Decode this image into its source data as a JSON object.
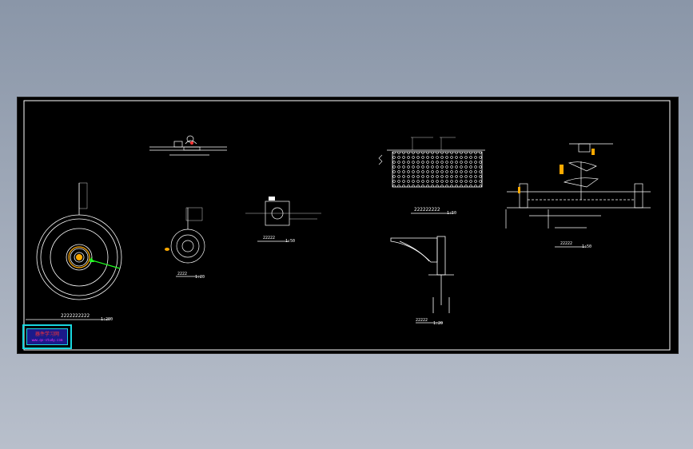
{
  "drawing": {
    "title_plan": "2222222222",
    "scale_plan": "1:200",
    "detail_a_title": "2222",
    "detail_a_scale": "1:20",
    "detail_b_title": "22222",
    "detail_b_scale": "1:50",
    "section_title": "222222222",
    "section_scale": "1:50",
    "bracket_title": "22222",
    "bracket_scale": "1:20",
    "fountain_title": "22222",
    "fountain_scale": "1:50",
    "stamp_line1": "器件学习网",
    "stamp_line2": "www.qx-study.com"
  },
  "colors": {
    "sheet": "#000000",
    "line": "#ffffff",
    "accent_green": "#22ff22",
    "accent_orange": "#ffaa00",
    "stamp_border": "#18d8e0",
    "stamp_fill": "#1a1a8a"
  }
}
